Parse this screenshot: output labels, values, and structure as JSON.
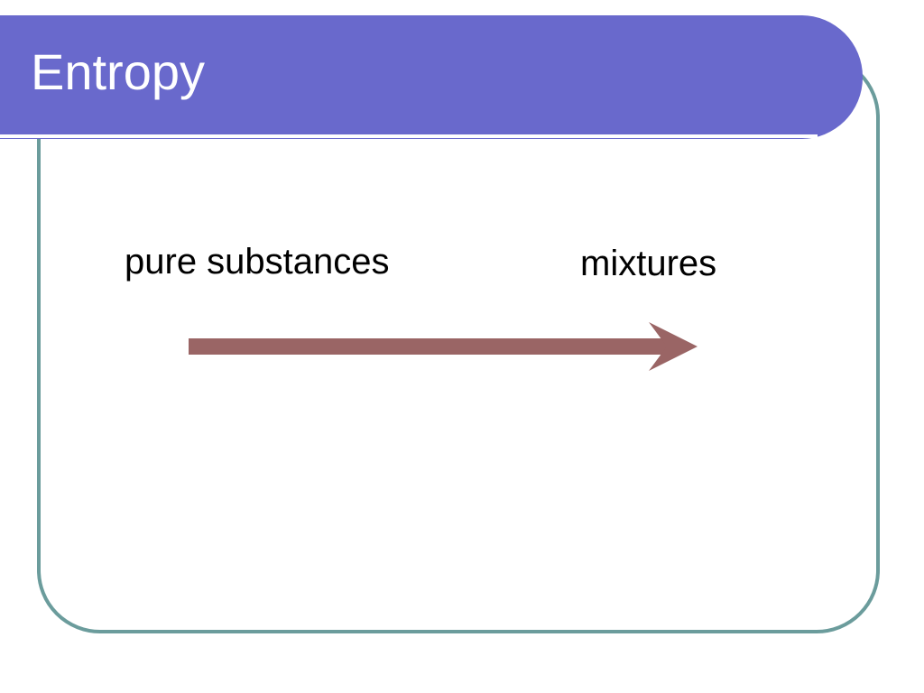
{
  "slide": {
    "title": "Entropy",
    "left_label": "pure substances",
    "right_label": "mixtures"
  },
  "colors": {
    "title_bar": "#6969cc",
    "frame_border": "#6b9c9c",
    "arrow": "#9a6565"
  }
}
